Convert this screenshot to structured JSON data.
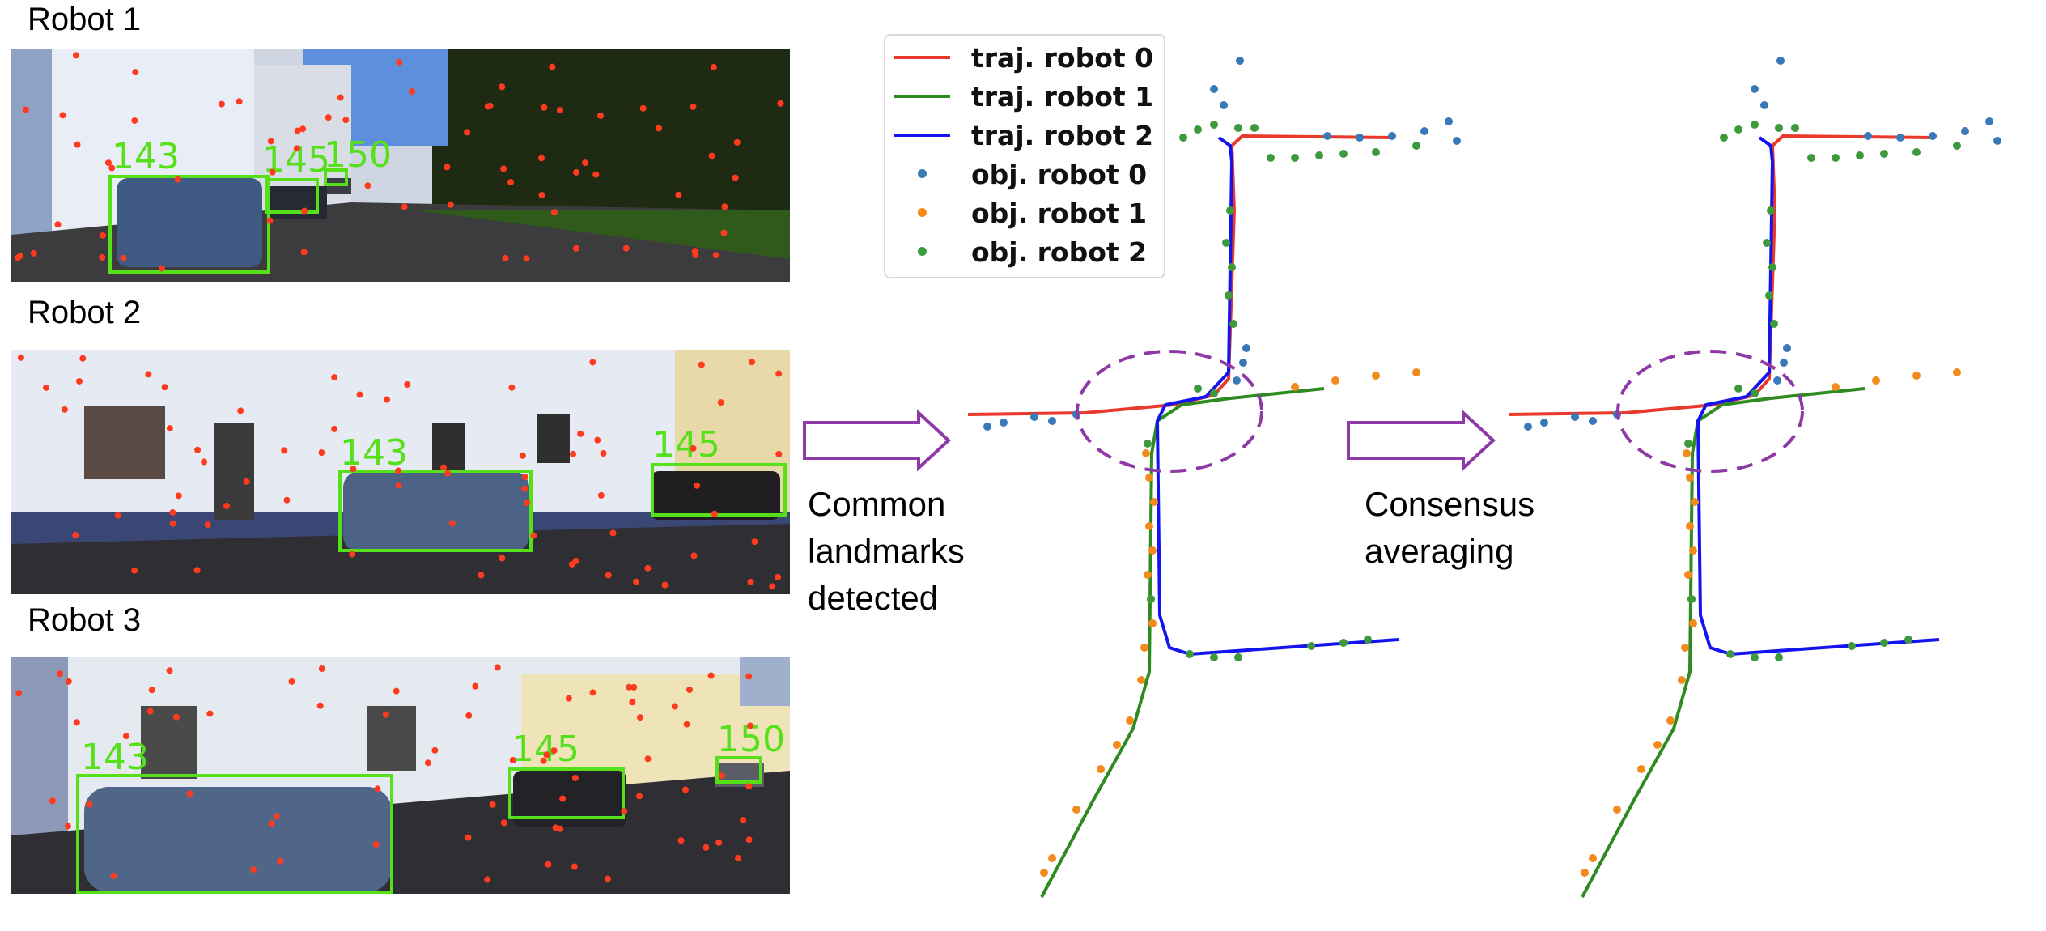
{
  "robots": [
    {
      "label": "Robot 1",
      "boxes": [
        "143",
        "145",
        "150"
      ]
    },
    {
      "label": "Robot 2",
      "boxes": [
        "143",
        "145"
      ]
    },
    {
      "label": "Robot 3",
      "boxes": [
        "143",
        "145",
        "150"
      ]
    }
  ],
  "captions": {
    "common": [
      "Common",
      "landmarks",
      "detected"
    ],
    "consensus": [
      "Consensus",
      "averaging"
    ]
  },
  "legend": [
    {
      "label": "traj. robot 0",
      "kind": "line",
      "color": "#e8392b"
    },
    {
      "label": "traj. robot 1",
      "kind": "line",
      "color": "#2e8b1f"
    },
    {
      "label": "traj. robot 2",
      "kind": "line",
      "color": "#1414ee"
    },
    {
      "label": "obj. robot 0",
      "kind": "dot",
      "color": "#3a79b8"
    },
    {
      "label": "obj. robot 1",
      "kind": "dot",
      "color": "#f28a1c"
    },
    {
      "label": "obj. robot 2",
      "kind": "dot",
      "color": "#3c9a3c"
    }
  ],
  "colors": {
    "box": "#55e01a",
    "feature": "#ff3b1f",
    "arrow": "#8e3aa6",
    "ellipse": "#8e3aa6"
  }
}
